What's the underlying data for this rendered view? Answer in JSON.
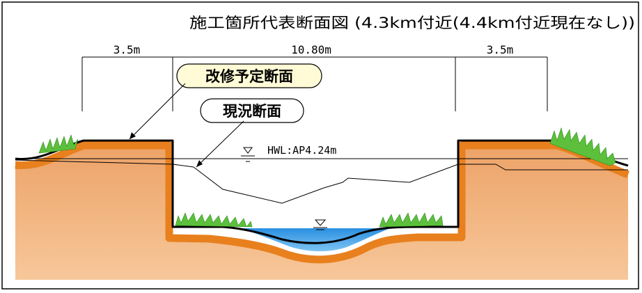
{
  "title": "施工箇所代表断面図 (4.3km付近(4.4km付近現在なし))",
  "dimensions": {
    "left": "3.5m",
    "center": "10.80m",
    "right": "3.5m"
  },
  "labels": {
    "planned_section": "改修予定断面",
    "current_section": "現況断面"
  },
  "water_level": {
    "hwl_text": "HWL:AP4.24m"
  },
  "colors": {
    "soil": "#f2b27a",
    "embankment": "#e8801e",
    "water": "#3a9be0",
    "grass": "#5cc03c",
    "label_highlight": "#fffbd6"
  }
}
